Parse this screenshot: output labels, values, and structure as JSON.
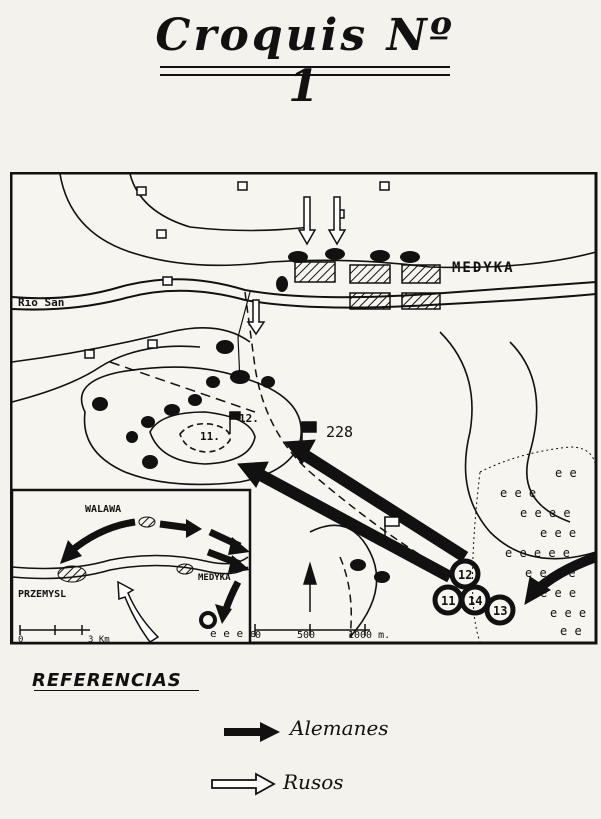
{
  "title": "Croquis Nº 1",
  "map": {
    "labels": {
      "medyka_top": "MEDYKA",
      "rio_san": "Rio San",
      "walawa": "WALAWA",
      "przemysl": "PRZEMYSL",
      "medyka_small": "MEDYKA",
      "unit_12_small": "12.",
      "unit_11_small": "11.",
      "unit_228": "228",
      "unit_12": "12",
      "unit_11": "11",
      "unit_14": "14",
      "unit_13": "13"
    },
    "scales": {
      "inset": {
        "start": "0",
        "end": "3 Km"
      },
      "main": {
        "start": "0",
        "mid": "500",
        "end": "1000 m."
      }
    }
  },
  "references": {
    "title": "REFERENCIAS",
    "items": [
      {
        "label": "Alemanes",
        "icon": "solid-arrow-icon"
      },
      {
        "label": "Rusos",
        "icon": "hollow-arrow-icon"
      }
    ]
  }
}
